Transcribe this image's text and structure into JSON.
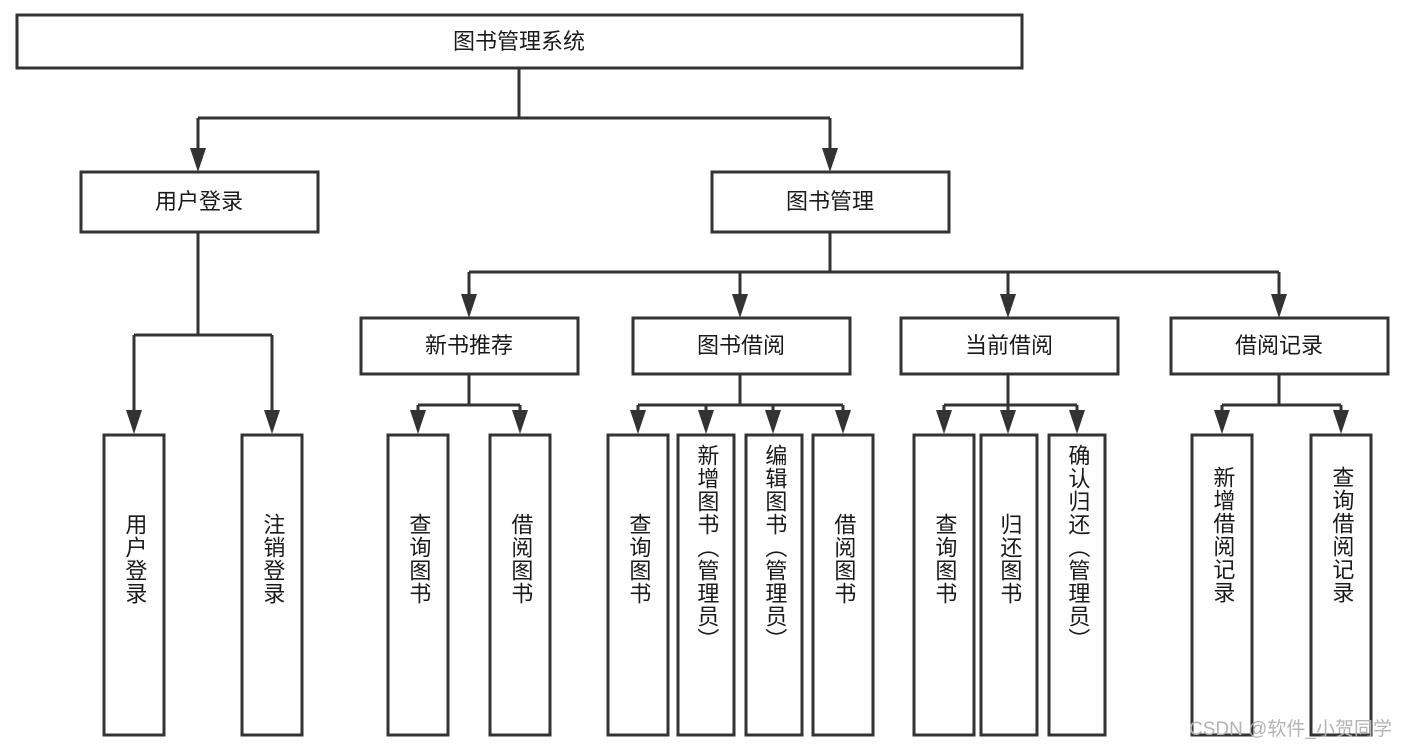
{
  "diagram": {
    "title": "图书管理系统",
    "type": "tree-hierarchy-chart",
    "root": {
      "id": "root",
      "label": "图书管理系统",
      "orientation": "horizontal"
    },
    "level2": [
      {
        "id": "user-login",
        "label": "用户登录",
        "orientation": "horizontal"
      },
      {
        "id": "book-manage",
        "label": "图书管理",
        "orientation": "horizontal"
      }
    ],
    "level3": [
      {
        "id": "new-book-recommend",
        "label": "新书推荐",
        "orientation": "horizontal",
        "parent": "book-manage"
      },
      {
        "id": "book-borrow",
        "label": "图书借阅",
        "orientation": "horizontal",
        "parent": "book-manage"
      },
      {
        "id": "current-borrow",
        "label": "当前借阅",
        "orientation": "horizontal",
        "parent": "book-manage"
      },
      {
        "id": "borrow-record",
        "label": "借阅记录",
        "orientation": "horizontal",
        "parent": "book-manage"
      }
    ],
    "leaves": [
      {
        "id": "leaf-user-login",
        "label": "用户登录",
        "orientation": "vertical",
        "parent": "user-login"
      },
      {
        "id": "leaf-user-logout",
        "label": "注销登录",
        "orientation": "vertical",
        "parent": "user-login"
      },
      {
        "id": "leaf-query-book-1",
        "label": "查询图书",
        "orientation": "vertical",
        "parent": "new-book-recommend"
      },
      {
        "id": "leaf-borrow-book-1",
        "label": "借阅图书",
        "orientation": "vertical",
        "parent": "new-book-recommend"
      },
      {
        "id": "leaf-query-book-2",
        "label": "查询图书",
        "orientation": "vertical",
        "parent": "book-borrow"
      },
      {
        "id": "leaf-add-book",
        "label": "新增图书（管理员）",
        "orientation": "vertical",
        "parent": "book-borrow"
      },
      {
        "id": "leaf-edit-book",
        "label": "编辑图书（管理员）",
        "orientation": "vertical",
        "parent": "book-borrow"
      },
      {
        "id": "leaf-borrow-book-2",
        "label": "借阅图书",
        "orientation": "vertical",
        "parent": "book-borrow"
      },
      {
        "id": "leaf-query-book-3",
        "label": "查询图书",
        "orientation": "vertical",
        "parent": "current-borrow"
      },
      {
        "id": "leaf-return-book",
        "label": "归还图书",
        "orientation": "vertical",
        "parent": "current-borrow"
      },
      {
        "id": "leaf-confirm-return",
        "label": "确认归还（管理员）",
        "orientation": "vertical",
        "parent": "current-borrow"
      },
      {
        "id": "leaf-add-record",
        "label": "新增借阅记录",
        "orientation": "vertical",
        "parent": "borrow-record"
      },
      {
        "id": "leaf-query-record",
        "label": "查询借阅记录",
        "orientation": "vertical",
        "parent": "borrow-record"
      }
    ],
    "watermark": "CSDN @软件_小贺同学",
    "colors": {
      "stroke": "#333333",
      "box_fill": "#ffffff",
      "text": "#1a1a1a",
      "background": "#ffffff",
      "watermark": "#b3b3b3"
    }
  }
}
